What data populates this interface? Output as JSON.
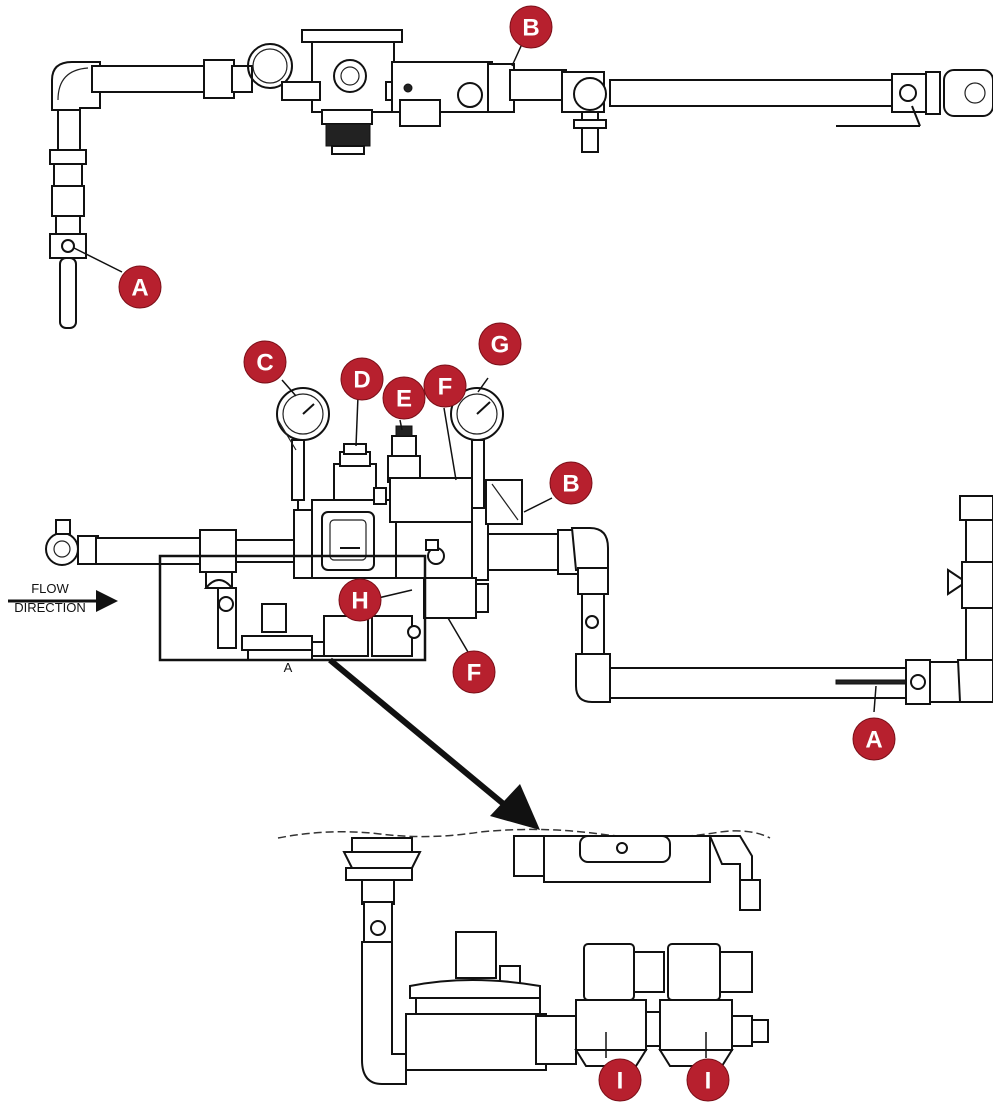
{
  "callouts": [
    {
      "id": "callout-b-top",
      "letter": "B"
    },
    {
      "id": "callout-a-top",
      "letter": "A"
    },
    {
      "id": "callout-c",
      "letter": "C"
    },
    {
      "id": "callout-d",
      "letter": "D"
    },
    {
      "id": "callout-e",
      "letter": "E"
    },
    {
      "id": "callout-f-top",
      "letter": "F"
    },
    {
      "id": "callout-g",
      "letter": "G"
    },
    {
      "id": "callout-b-mid",
      "letter": "B"
    },
    {
      "id": "callout-h",
      "letter": "H"
    },
    {
      "id": "callout-f-bottom",
      "letter": "F"
    },
    {
      "id": "callout-a-mid",
      "letter": "A"
    },
    {
      "id": "callout-i-left",
      "letter": "I"
    },
    {
      "id": "callout-i-right",
      "letter": "I"
    }
  ],
  "flow": {
    "line1": "FLOW",
    "line2": "DIRECTION"
  },
  "detail_box_label": "A",
  "colors": {
    "callout": "#b7202e",
    "line": "#111111",
    "background": "#ffffff"
  }
}
